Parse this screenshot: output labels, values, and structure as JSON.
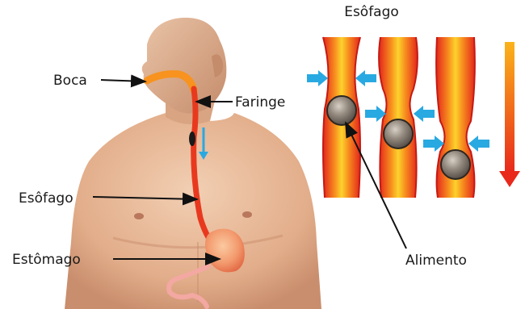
{
  "labels": {
    "boca": "Boca",
    "faringe": "Faringe",
    "esofago_body": "Esôfago",
    "estomago": "Estômago",
    "esofago_title": "Esôfago",
    "alimento": "Alimento"
  },
  "colors": {
    "skin": "#e7b896",
    "tract_red": "#e8391f",
    "tract_orange": "#f7931e",
    "arrow_blue": "#29a9e1",
    "food_bolus": "#7f746a"
  }
}
